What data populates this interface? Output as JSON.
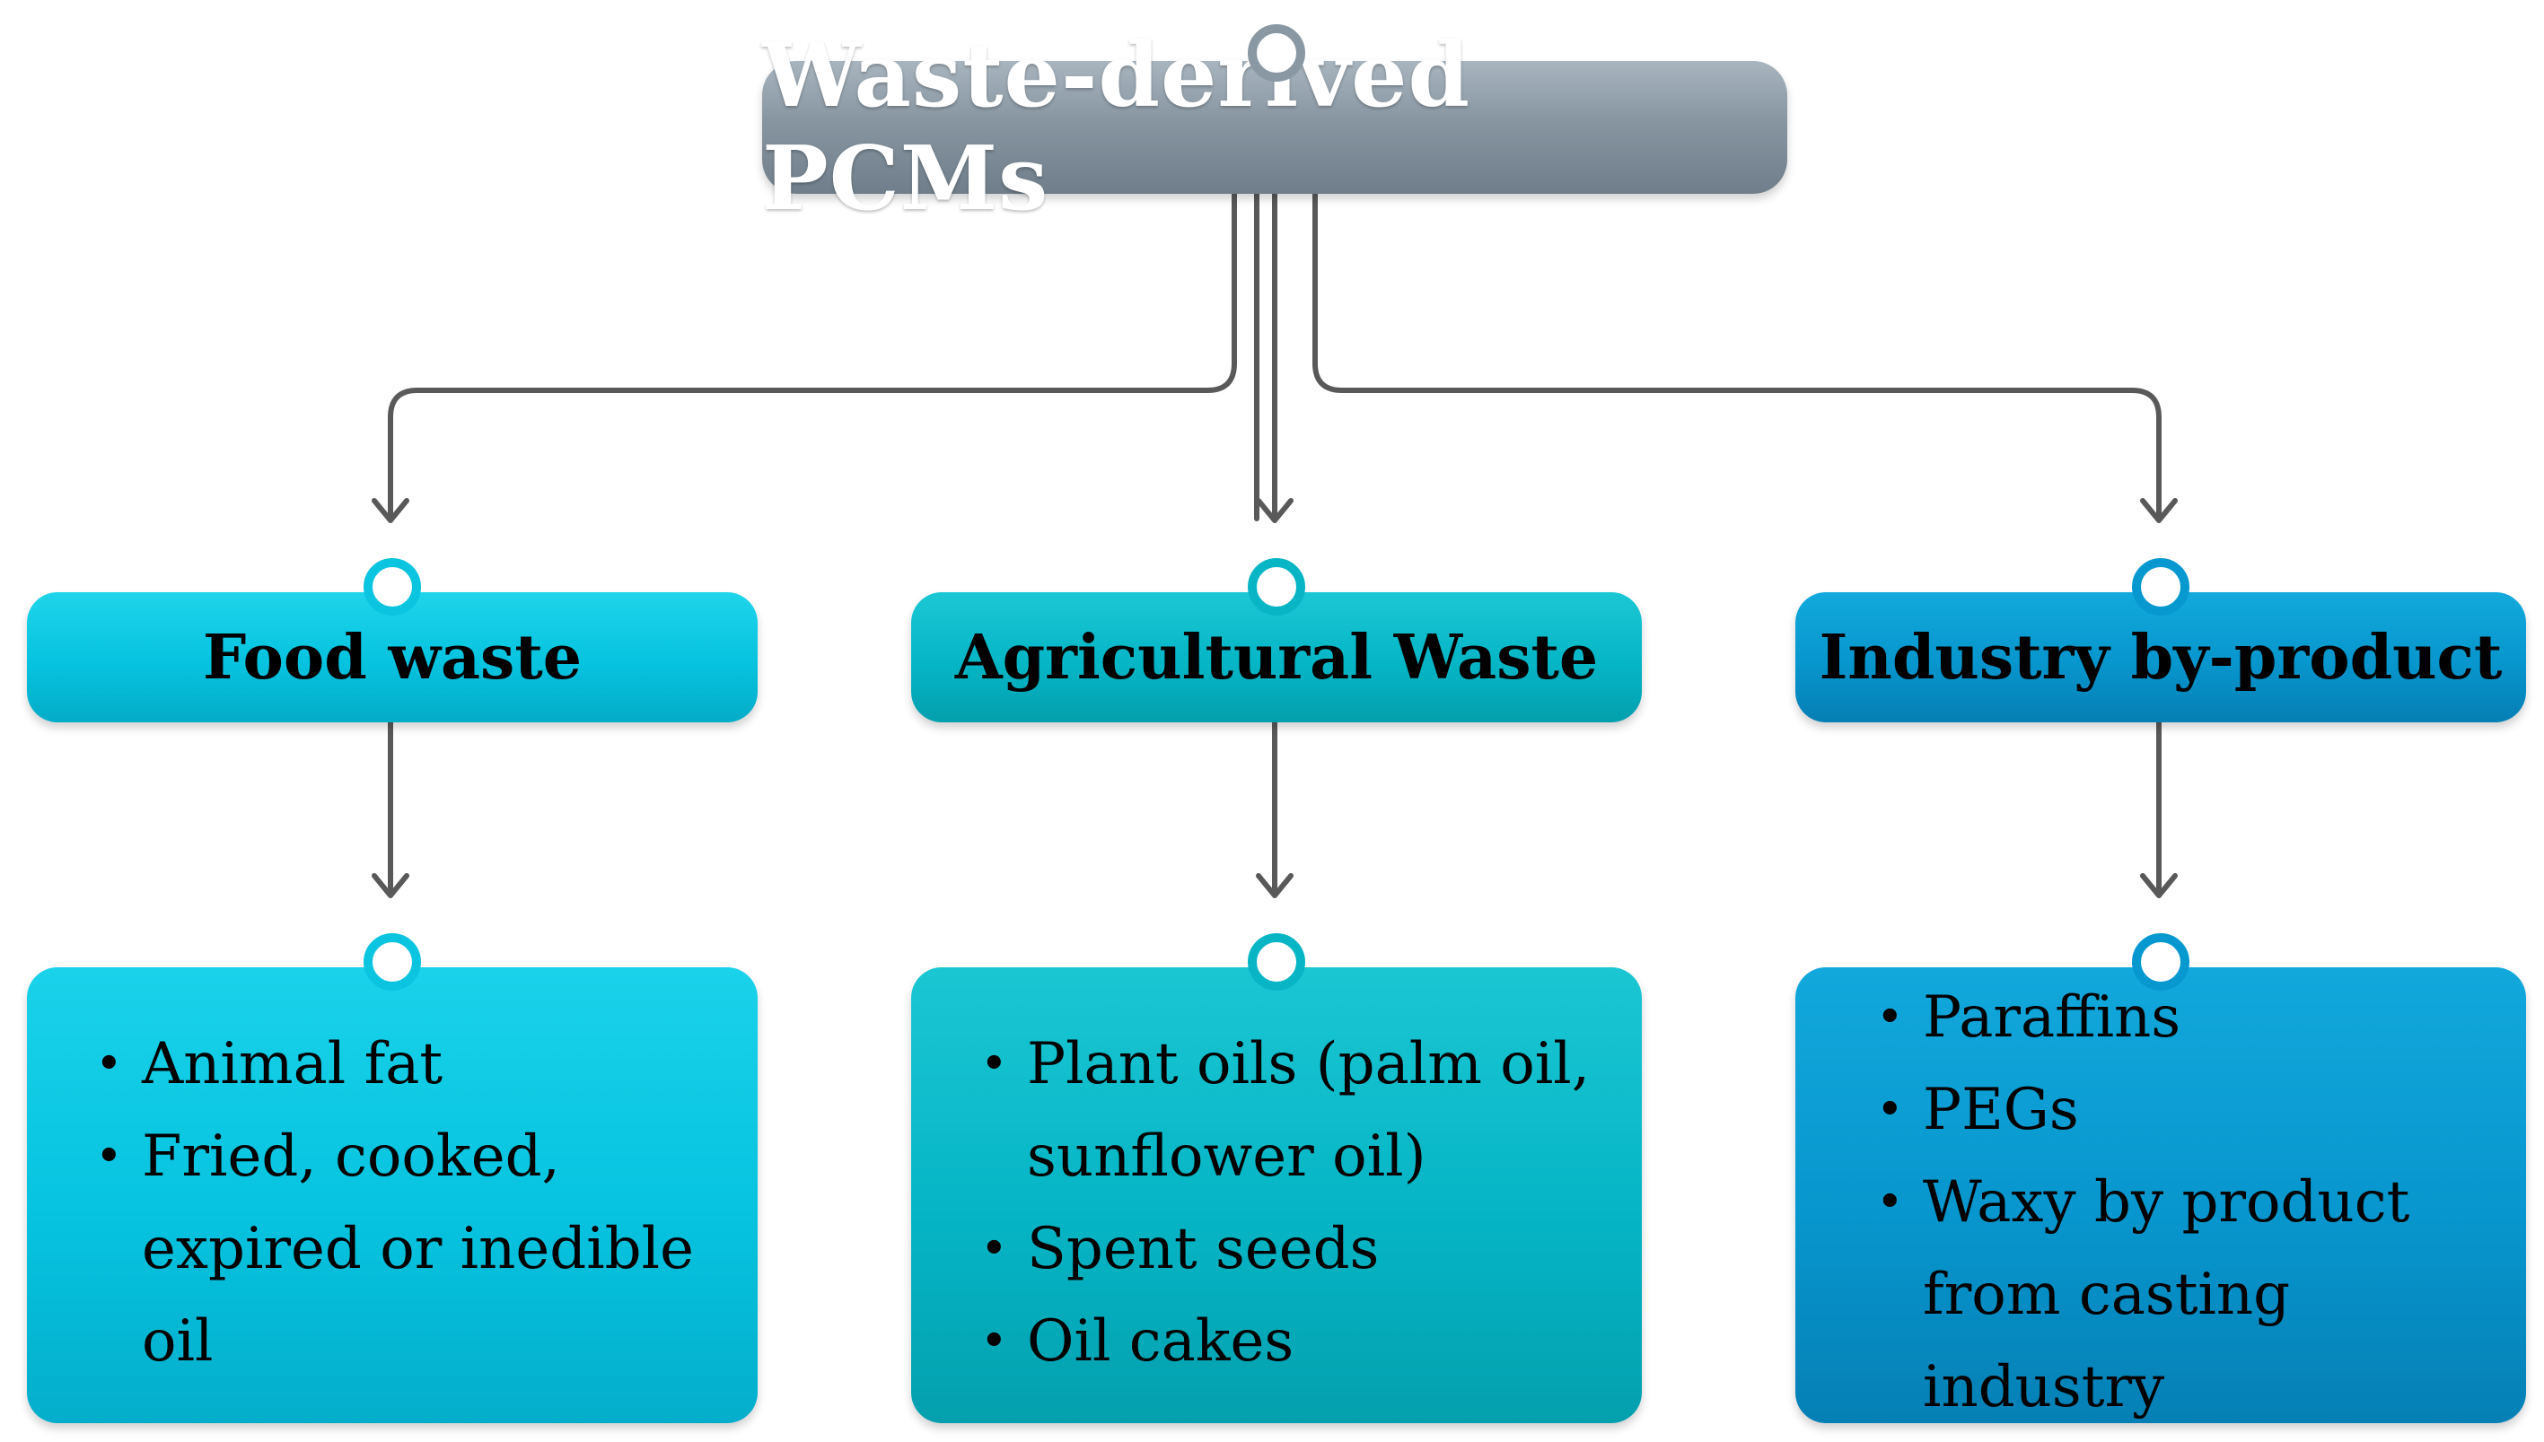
{
  "diagram": {
    "root": {
      "title": "Waste-derived PCMs",
      "color": "#8896a2"
    },
    "categories": [
      {
        "label": "Food waste",
        "color": "#06c3df",
        "items": [
          "Animal fat",
          "Fried, cooked,",
          "expired or inedible",
          "oil"
        ]
      },
      {
        "label": "Agricultural Waste",
        "color": "#05b6c6",
        "items": [
          "Plant oils (palm oil,",
          "sunflower oil)",
          "Spent seeds",
          "Oil cakes"
        ]
      },
      {
        "label": "Industry by-product",
        "color": "#0796cd",
        "items": [
          "Paraffins",
          "PEGs",
          "Waxy by product",
          "from casting",
          "industry"
        ]
      }
    ],
    "connector_color": "#595959"
  }
}
